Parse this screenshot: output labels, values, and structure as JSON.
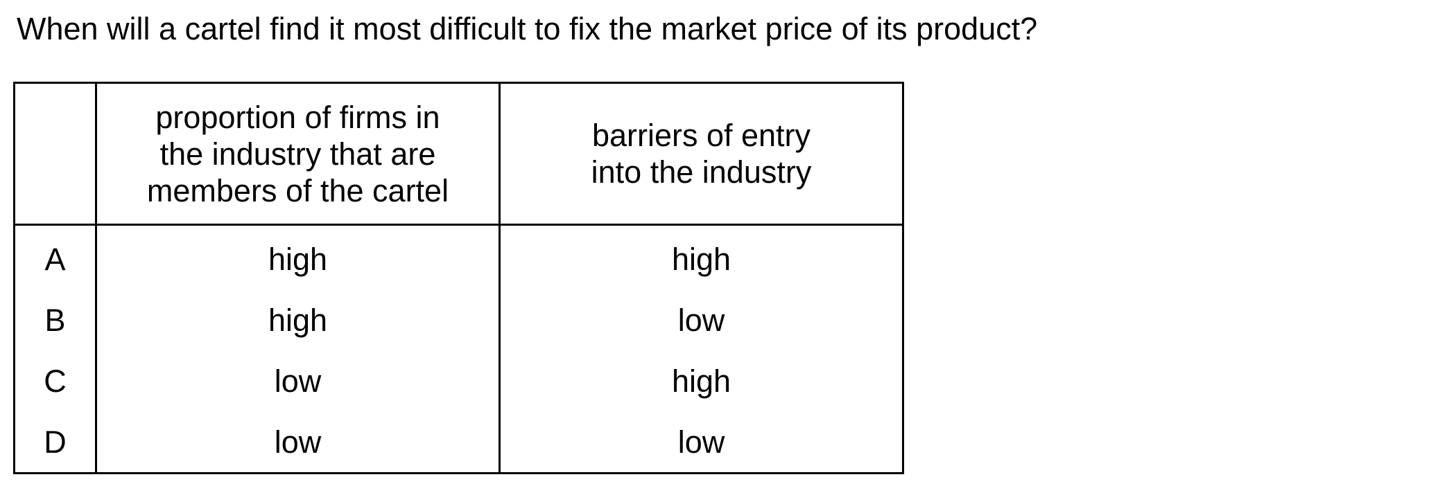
{
  "question": "When will a cartel find it most difficult to fix the market price of its product?",
  "table": {
    "headers": [
      "",
      "proportion of firms in\nthe industry that are\nmembers of the cartel",
      "barriers of entry\ninto the industry"
    ],
    "rows": [
      {
        "option": "A",
        "proportion": "high",
        "barriers": "high"
      },
      {
        "option": "B",
        "proportion": "high",
        "barriers": "low"
      },
      {
        "option": "C",
        "proportion": "low",
        "barriers": "high"
      },
      {
        "option": "D",
        "proportion": "low",
        "barriers": "low"
      }
    ]
  }
}
